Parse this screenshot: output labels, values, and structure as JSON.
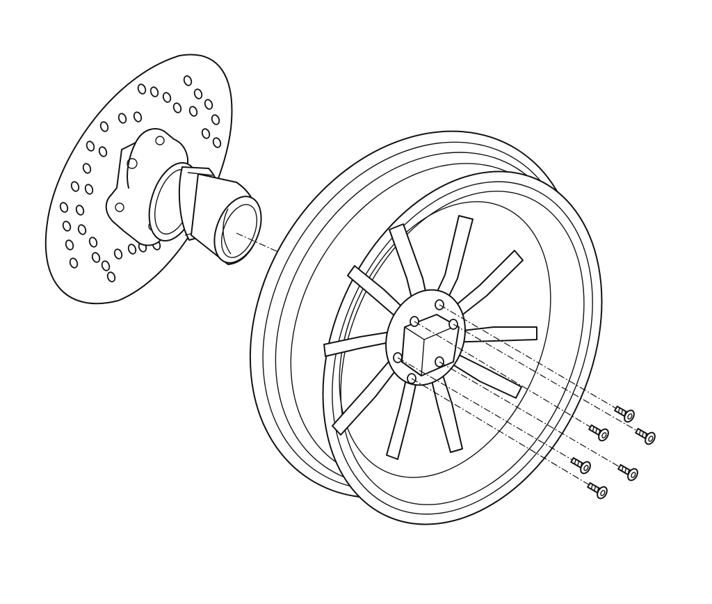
{
  "figure": {
    "kind": "exploded-assembly-line-drawing",
    "parts": [
      {
        "id": "brake-disc",
        "icon": "drilled-brake-rotor"
      },
      {
        "id": "hub-carrier",
        "icon": "wheel-hub-with-flange"
      },
      {
        "id": "wheel-rim",
        "icon": "ten-spoke-alloy-rim"
      },
      {
        "id": "fastener-screws",
        "icon": "socket-head-screw",
        "count": 6
      }
    ],
    "line_color": "#111111",
    "background": "#ffffff"
  }
}
